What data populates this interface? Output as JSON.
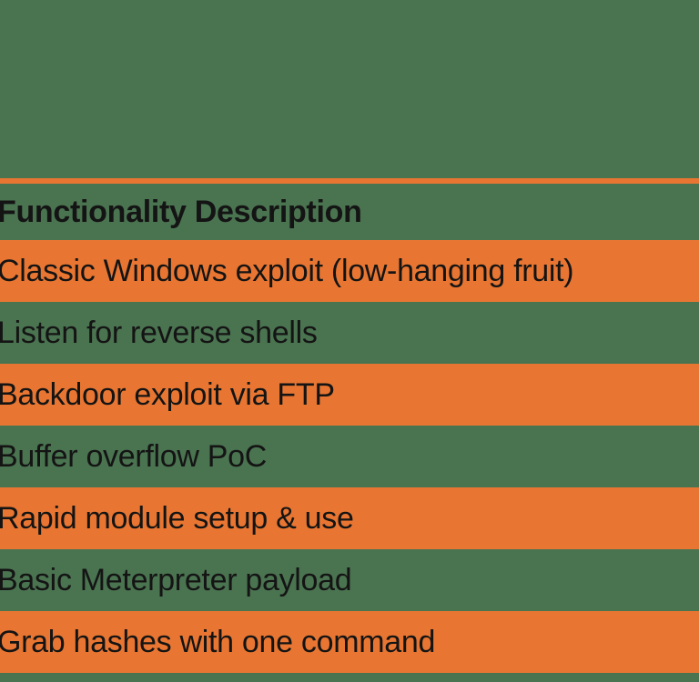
{
  "page": {
    "background_color": "#4A7350",
    "accent_color": "#E87632",
    "text_color": "#141414"
  },
  "table": {
    "header": "Functionality Description",
    "rows": [
      {
        "label": "Classic Windows exploit (low-hanging fruit)",
        "highlight": true
      },
      {
        "label": "Listen for reverse shells",
        "highlight": false
      },
      {
        "label": "Backdoor exploit via FTP",
        "highlight": true
      },
      {
        "label": "Buffer overflow PoC",
        "highlight": false
      },
      {
        "label": "Rapid module setup & use",
        "highlight": true
      },
      {
        "label": "Basic Meterpreter payload",
        "highlight": false
      },
      {
        "label": "Grab hashes with one command",
        "highlight": true
      }
    ]
  }
}
